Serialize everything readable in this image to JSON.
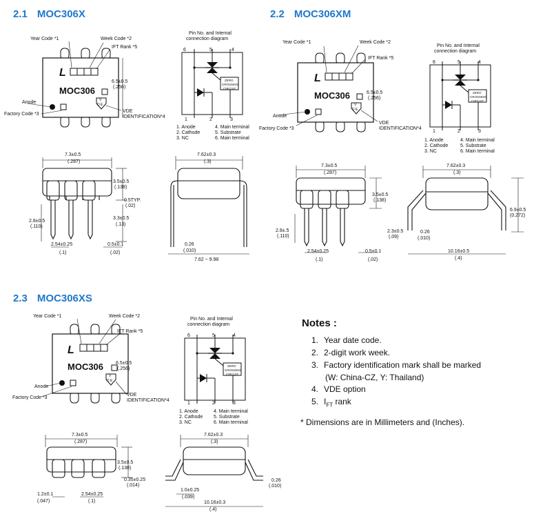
{
  "sections": [
    {
      "num": "2.1",
      "title": "MOC306X"
    },
    {
      "num": "2.2",
      "title": "MOC306XM"
    },
    {
      "num": "2.3",
      "title": "MOC306XS"
    }
  ],
  "top_view": {
    "year_code": "Year Code *1",
    "week_code": "Week Code *2",
    "ift_rank": "IFT Rank *5",
    "brand_mark": "L",
    "part_marking": "MOC306",
    "width_dim": "6.5±0.5",
    "width_dim_in": "(.256)",
    "anode": "Anode",
    "factory_code": "Factory Code *3",
    "vde_line1": "VDE",
    "vde_line2": "IDENTIFICATION*4",
    "vde_logo_top": "V",
    "vde_logo_bottom": "D E"
  },
  "pin_diagram": {
    "title_line1": "Pin No. and Internal",
    "title_line2": "connection diagram",
    "pins_top": [
      "6",
      "5",
      "4"
    ],
    "pins_bottom": [
      "1",
      "2",
      "3"
    ],
    "zc_line1": "ZERO",
    "zc_line2": "CROSSING",
    "zc_line3": "CIRCUIT",
    "legend_left": [
      "1. Anode",
      "2. Cathode",
      "3. NC"
    ],
    "legend_right": [
      "4. Main terminal",
      "5. Substrate",
      "6. Main terminal"
    ]
  },
  "fig1": {
    "body_width": "7.3±0.5",
    "body_width_in": "(.287)",
    "height": "3.5±0.5",
    "height_in": "(.138)",
    "standoff": "0.5TYP.",
    "standoff_in": "(.02)",
    "lead_len": "3.3±0.5",
    "lead_len_in": "(.13)",
    "seat": "2.8±0.5",
    "seat_in": "(.110)",
    "pitch": "2.54±0.25",
    "pitch_in": "(.1)",
    "lead_w": "0.5±0.1",
    "lead_w_in": "(.02)",
    "row_space": "7.62±0.3",
    "row_space_in": "(.3)",
    "lead_t": "0.26",
    "lead_t_in": "(.010)",
    "span": "7.62 ~ 9.98"
  },
  "fig2": {
    "body_width": "7.3±0.5",
    "body_width_in": "(.287)",
    "height": "3.5±0.5",
    "height_in": "(.138)",
    "seat": "2.8±.5",
    "seat_in": "(.110)",
    "pitch": "2.54±0.25",
    "pitch_in": "(.1)",
    "lead_w": "0.5±0.1",
    "lead_w_in": "(.02)",
    "row_space": "7.62±0.3",
    "row_space_in": "(.3)",
    "overall_h": "6.9±0.5",
    "overall_h_in": "(0.272)",
    "standoff": "2.3±0.5",
    "standoff_in": "(.09)",
    "lead_t": "0.26",
    "lead_t_in": "(.010)",
    "span": "10.16±0.5",
    "span_in": "(.4)"
  },
  "fig3": {
    "body_width": "7.3±0.5",
    "body_width_in": "(.287)",
    "height": "3.5±0.5",
    "height_in": "(.138)",
    "lead_h": "0.35±0.25",
    "lead_h_in": "(.014)",
    "foot": "1.2±0.1",
    "foot_in": "(.047)",
    "pitch": "2.54±0.25",
    "pitch_in": "(.1)",
    "row_space": "7.62±0.3",
    "row_space_in": "(.3)",
    "lead_t": "0.26",
    "lead_t_in": "(.010)",
    "toe": "1.0±0.25",
    "toe_in": "(.039)",
    "span": "10.16±0.3",
    "span_in": "(.4)"
  },
  "notes": {
    "heading": "Notes :",
    "items": [
      {
        "n": "1.",
        "text": "Year date code."
      },
      {
        "n": "2.",
        "text": "2-digit work week."
      },
      {
        "n": "3.",
        "text": "Factory identification mark shall be marked"
      }
    ],
    "item3_sub": "(W: China-CZ, Y: Thailand)",
    "item4_n": "4.",
    "item4_text": "VDE option",
    "item5_n": "5.",
    "item5_pre": "I",
    "item5_sub": "FT",
    "item5_post": " rank",
    "footer": "* Dimensions are in Millimeters and (Inches)."
  },
  "colors": {
    "heading": "#1f78c8",
    "ink": "#111111"
  }
}
